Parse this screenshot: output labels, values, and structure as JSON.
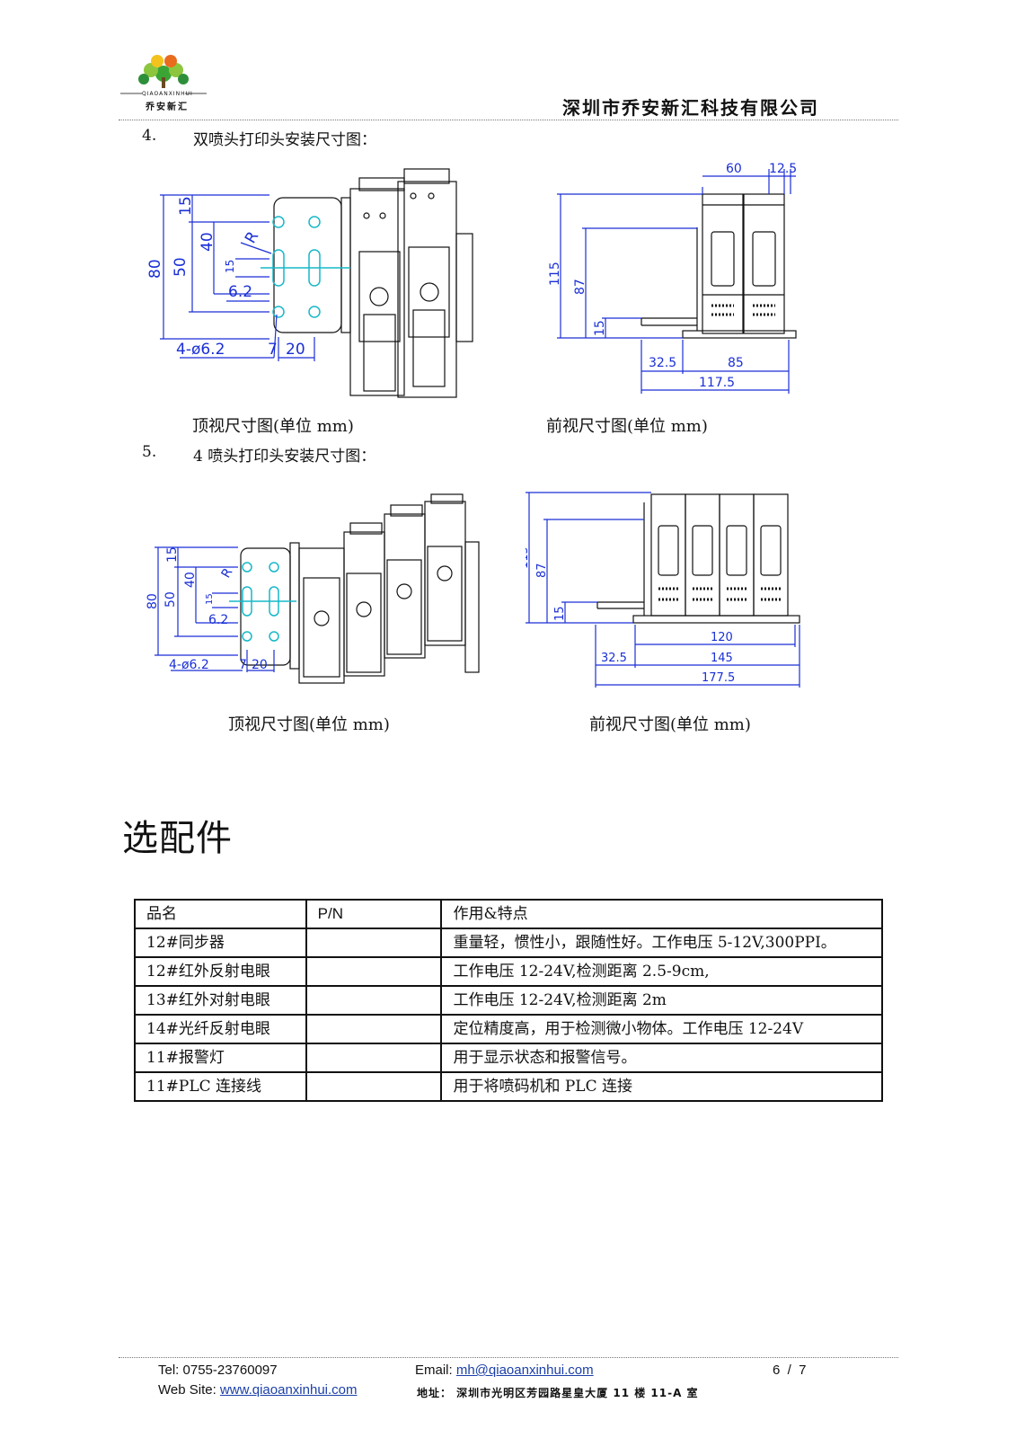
{
  "header": {
    "logo_text_top": "QIAOANXINHUI",
    "logo_text_bottom": "乔安新汇",
    "company_name": "深圳市乔安新汇科技有限公司"
  },
  "section4": {
    "number": "4.",
    "title": "双喷头打印头安装尺寸图：",
    "top_caption": "顶视尺寸图(单位 mm)",
    "front_caption": "前视尺寸图(单位 mm)",
    "top_dims": {
      "d15": "15",
      "d40": "40",
      "d80": "80",
      "d50": "50",
      "r": "R",
      "s15": "15",
      "d62": "6.2",
      "holes": "4-ø6.2",
      "d7": "7",
      "d20": "20"
    },
    "front_dims": {
      "d60": "60",
      "d125": "12.5",
      "d115": "115",
      "d87": "87",
      "d15": "15",
      "d325": "32.5",
      "d85": "85",
      "d1175": "117.5"
    }
  },
  "section5": {
    "number": "5.",
    "title": "4 喷头打印头安装尺寸图：",
    "top_caption": "顶视尺寸图(单位 mm)",
    "front_caption": "前视尺寸图(单位 mm)",
    "top_dims": {
      "d15": "15",
      "d40": "40",
      "d80": "80",
      "d50": "50",
      "r": "R",
      "s15": "15",
      "d62": "6.2",
      "holes": "4-ø6.2",
      "d7": "7",
      "d20": "20"
    },
    "front_dims": {
      "d115": "115",
      "d87": "87",
      "d15": "15",
      "d325": "32.5",
      "d120": "120",
      "d145": "145",
      "d1775": "177.5"
    }
  },
  "accessories": {
    "title": "选配件",
    "headers": [
      "品名",
      "P/N",
      "作用&特点"
    ],
    "rows": [
      [
        "12#同步器",
        "",
        "重量轻，惯性小，跟随性好。工作电压 5-12V,300PPI。"
      ],
      [
        "12#红外反射电眼",
        "",
        "工作电压 12-24V,检测距离 2.5-9cm,"
      ],
      [
        "13#红外对射电眼",
        "",
        "工作电压 12-24V,检测距离 2m"
      ],
      [
        "14#光纤反射电眼",
        "",
        "定位精度高，用于检测微小物体。工作电压 12-24V"
      ],
      [
        "11#报警灯",
        "",
        "用于显示状态和报警信号。"
      ],
      [
        "11#PLC 连接线",
        "",
        "用于将喷码机和 PLC 连接"
      ]
    ]
  },
  "footer": {
    "tel": "Tel: 0755-23760097",
    "website_label": "Web Site: ",
    "website": "www.qiaoanxinhui.com",
    "email_label": "Email: ",
    "email": "mh@qiaoanxinhui.com",
    "page": "6  /  7",
    "address": "地址：  深圳市光明区芳园路星皇大厦 11 楼 11-A 室"
  },
  "colors": {
    "dimension_blue": "#1a2fd6",
    "hole_cyan": "#17b8c8",
    "line_black": "#111111",
    "link_blue": "#1b3fa8"
  }
}
